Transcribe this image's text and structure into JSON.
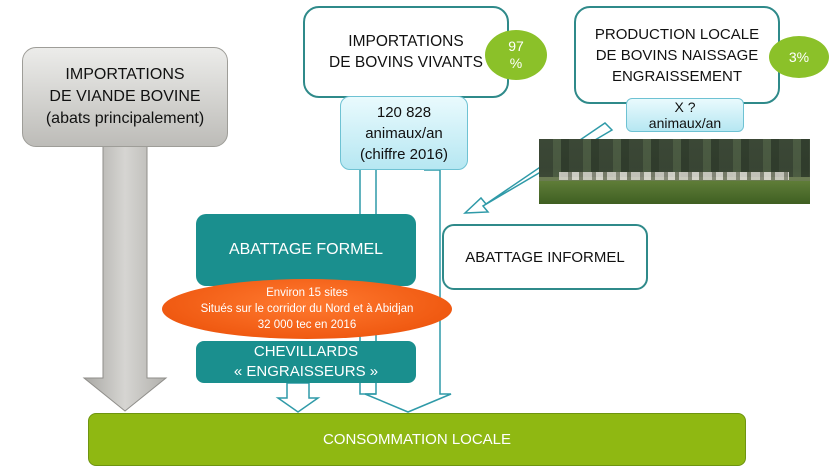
{
  "boxes": {
    "importations_viande": "IMPORTATIONS\nDE VIANDE BOVINE\n(abats principalement)",
    "importations_vivants": "IMPORTATIONS\nDE BOVINS VIVANTS",
    "importations_vivants_pct": "97\n%",
    "vivants_count": "120 828\nanimaux/an\n(chiffre 2016)",
    "production_locale": "PRODUCTION LOCALE\nDE BOVINS NAISSAGE\nENGRAISSEMENT",
    "production_locale_pct": "3%",
    "locale_count": "X ?\nanimaux/an",
    "abattage_formel": "ABATTAGE FORMEL",
    "abattage_informel": "ABATTAGE INFORMEL",
    "sites_info": "Environ 15 sites\nSitués sur le corridor du Nord et à Abidjan\n32 000 tec en 2016",
    "chevillards": "CHEVILLARDS\n« ENGRAISSEURS »",
    "consommation": "CONSOMMATION LOCALE"
  },
  "colors": {
    "teal": "#1a8f8e",
    "teal_border": "#2f8a8a",
    "light_blue": "#b6e7f2",
    "green": "#8bc129",
    "lime": "#8fb812",
    "orange": "#f05a12",
    "grey": "#bdbcb8"
  },
  "photo": "cattle-herd-field-photo"
}
